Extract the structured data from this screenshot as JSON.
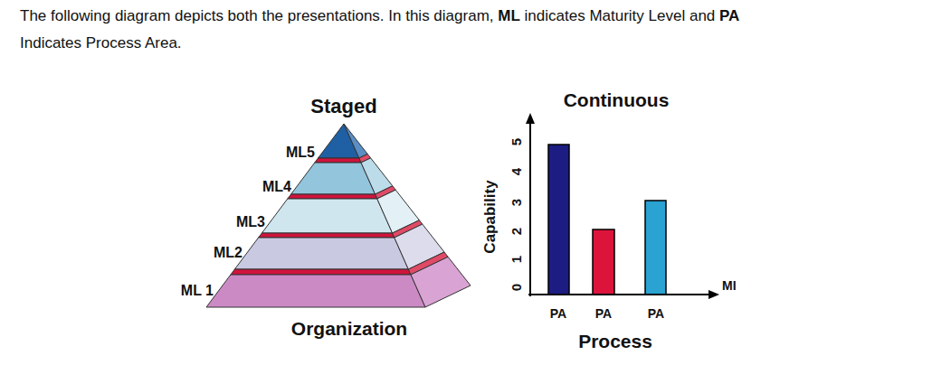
{
  "diagram": {
    "labels": [
      "The following diagram depicts both the presentations. In this diagram,",
      "ML",
      "indicates Maturity Level and",
      "PA",
      "Indicates Process Area.",
      "Staged",
      "ML5",
      "ML4",
      "ML3",
      "ML2",
      "ML 1",
      "Organization",
      "Continuous",
      "Capability",
      "0",
      "1",
      "2",
      "3",
      "4",
      "5",
      "PA",
      "PA",
      "PA",
      "Process",
      "MI"
    ]
  }
}
